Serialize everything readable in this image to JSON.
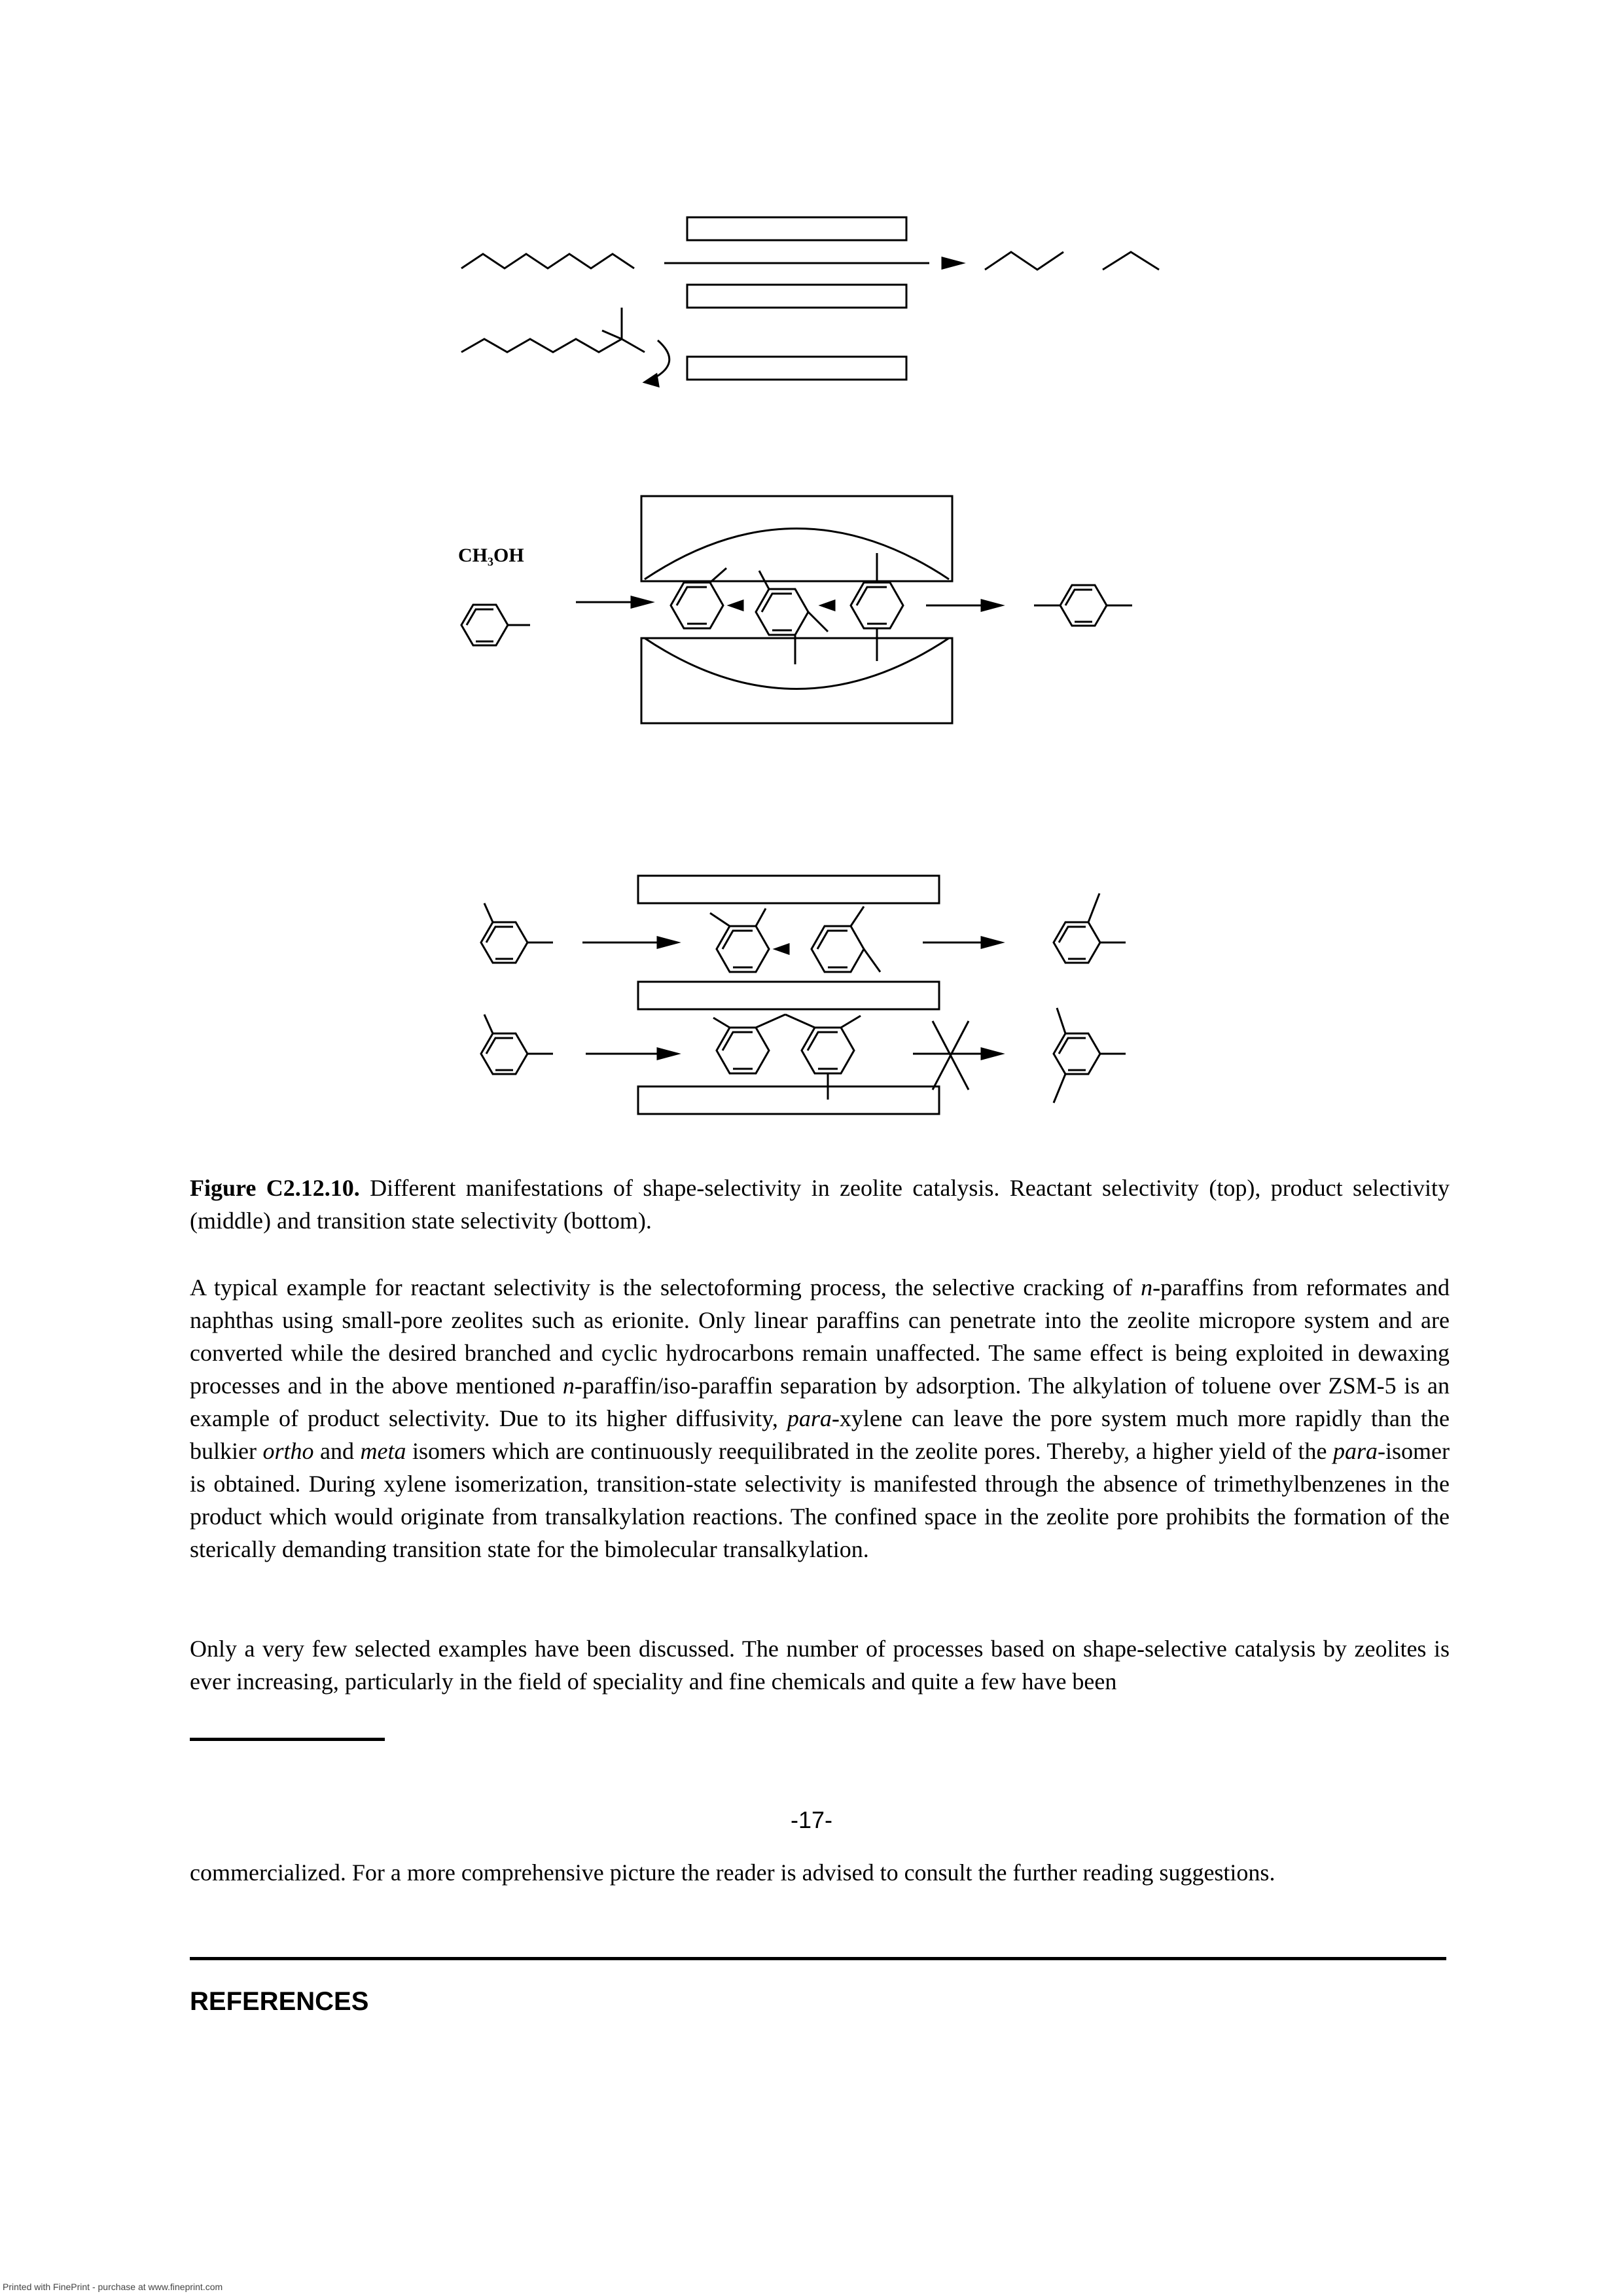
{
  "figure": {
    "reagent_label": "CH₃OH",
    "caption_label": "Figure C2.12.10.",
    "caption_text": " Different manifestations of shape-selectivity in zeolite catalysis. Reactant selectivity (top), product selectivity (middle) and transition state selectivity (bottom)."
  },
  "paragraph1": [
    {
      "text": "A typical example for reactant selectivity is the selectoforming process, the selective cracking of ",
      "style": "normal"
    },
    {
      "text": "n",
      "style": "italic"
    },
    {
      "text": "-paraffins from reformates and naphthas using small-pore zeolites such as erionite. Only linear paraffins can penetrate into the zeolite micropore system and are converted while the desired branched and cyclic hydrocarbons remain unaffected. The same effect is being exploited in dewaxing processes and in the above mentioned ",
      "style": "normal"
    },
    {
      "text": "n",
      "style": "italic"
    },
    {
      "text": "-paraffin/iso-paraffin separation by adsorption. The alkylation of toluene over ZSM-5 is an example of product selectivity. Due to its higher diffusivity, ",
      "style": "normal"
    },
    {
      "text": "para",
      "style": "italic"
    },
    {
      "text": "-xylene can leave the pore system much more rapidly than the bulkier ",
      "style": "normal"
    },
    {
      "text": "ortho",
      "style": "italic"
    },
    {
      "text": " and ",
      "style": "normal"
    },
    {
      "text": "meta",
      "style": "italic"
    },
    {
      "text": " isomers which are continuously reequilibrated in the zeolite pores. Thereby, a higher yield of the ",
      "style": "normal"
    },
    {
      "text": "para",
      "style": "italic"
    },
    {
      "text": "-isomer is obtained. During xylene isomerization, transition-state selectivity is manifested through the absence of trimethylbenzenes in the product which would originate from transalkylation reactions. The confined space in the zeolite pore prohibits the formation of the sterically demanding transition state for the bimolecular transalkylation.",
      "style": "normal"
    }
  ],
  "paragraph2": "Only a very few selected examples have been discussed. The number of processes based on shape-selective catalysis by zeolites is ever increasing, particularly in the field of speciality and fine chemicals and quite a few have been",
  "page_number": "-17-",
  "paragraph3": "commercialized. For a more comprehensive picture the reader is advised to consult the further reading suggestions.",
  "section_heading": "REFERENCES",
  "printed_with": "Printed with FinePrint - purchase at www.fineprint.com"
}
